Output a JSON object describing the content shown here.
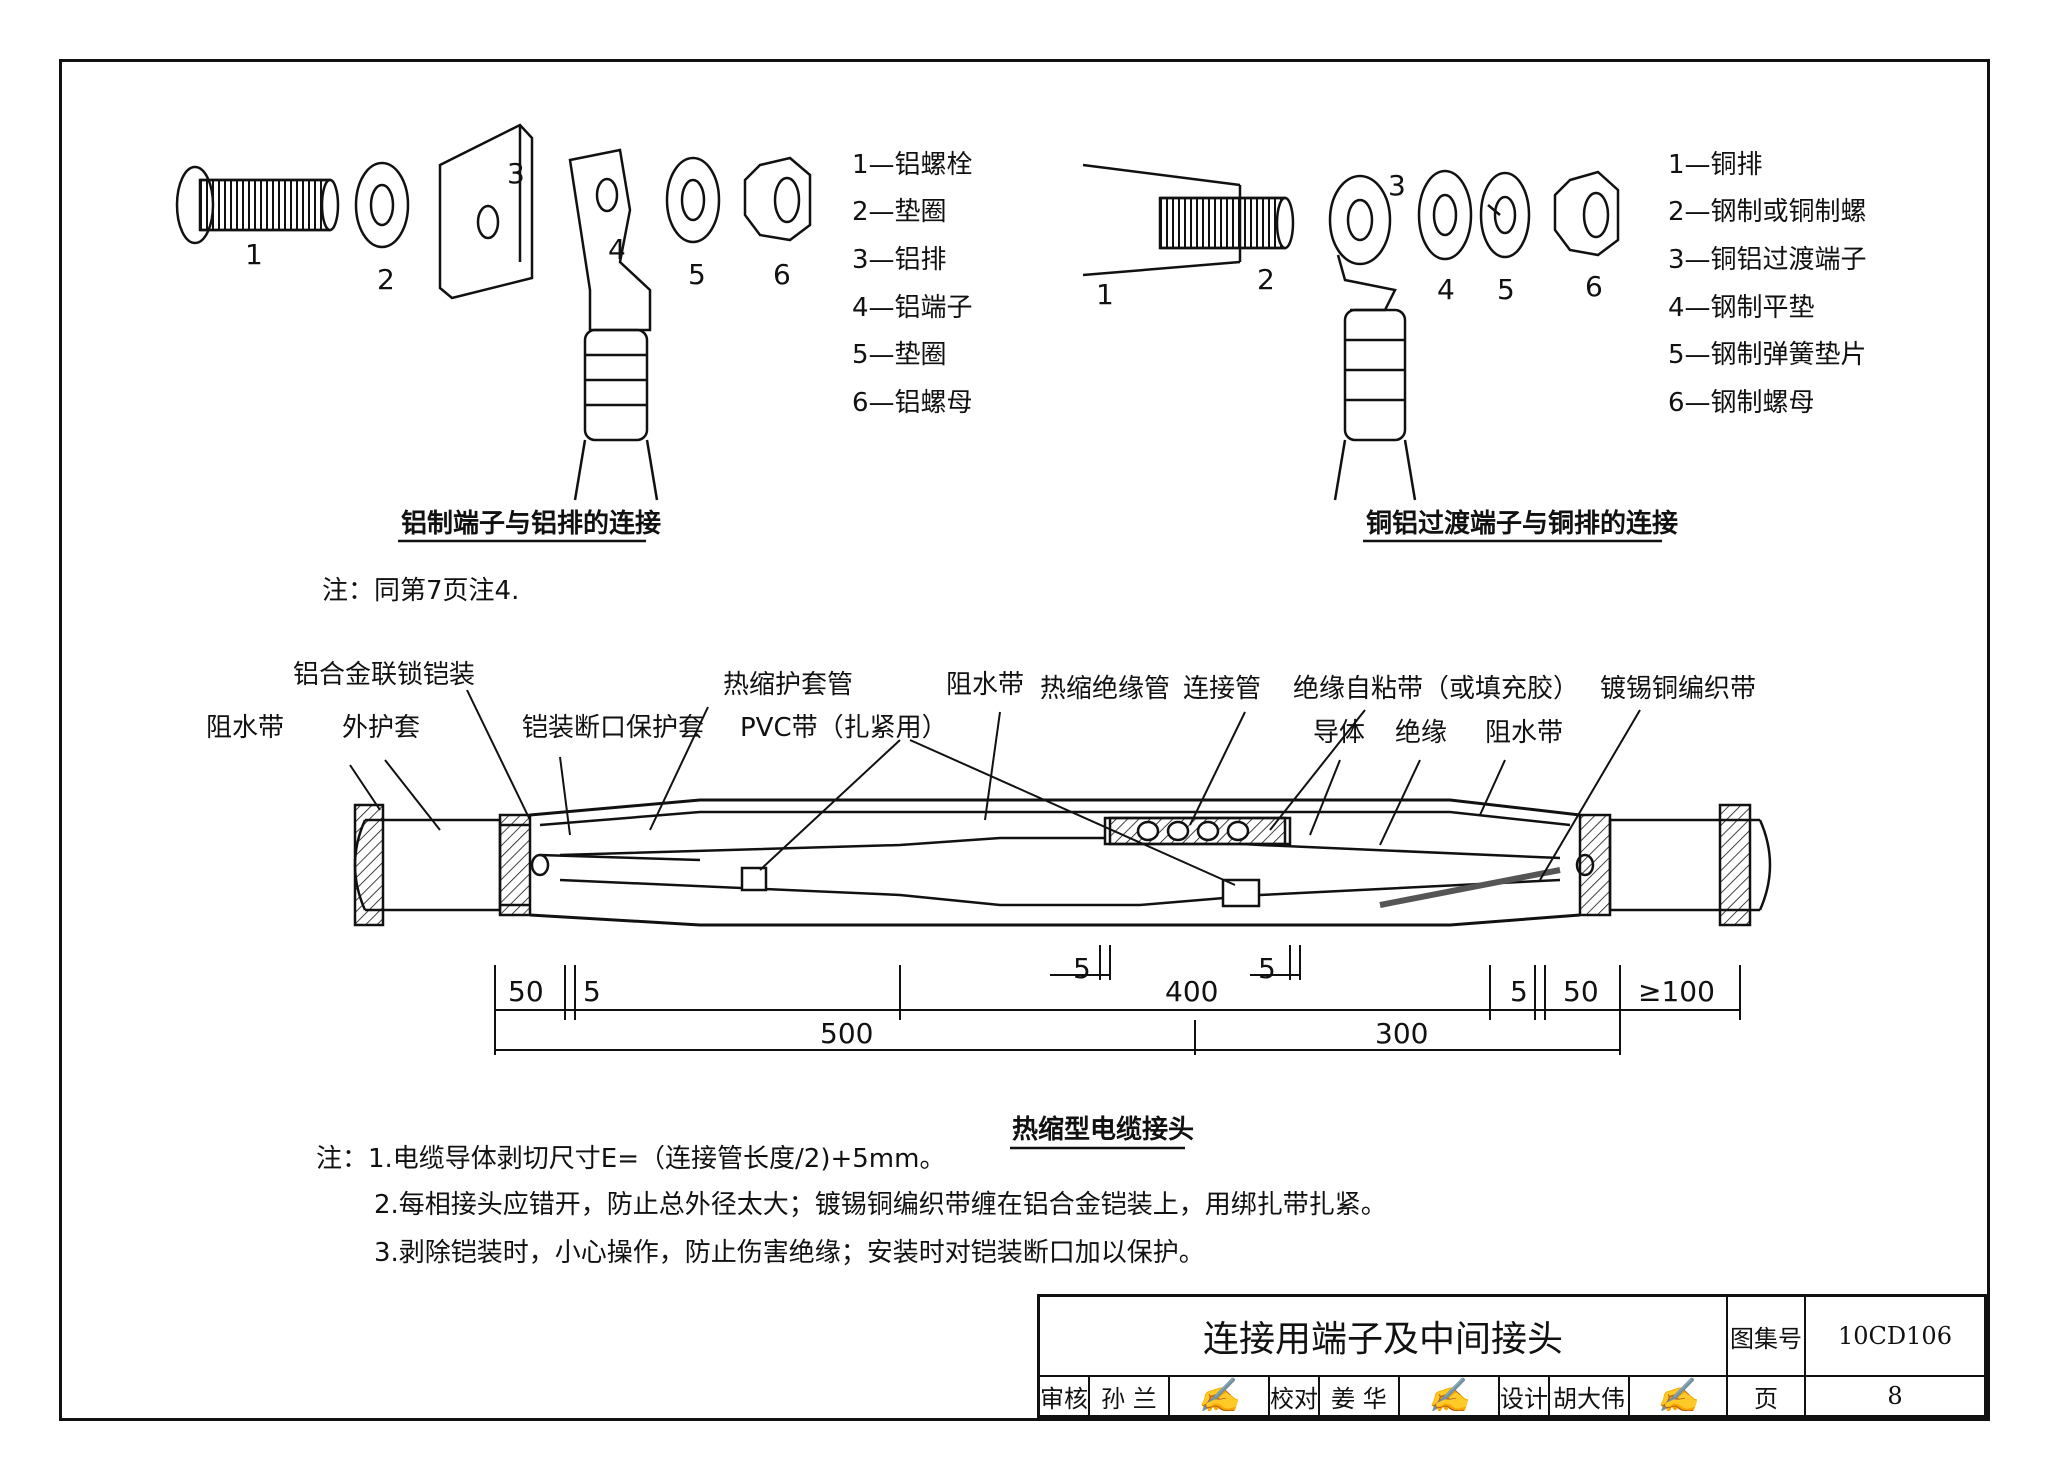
{
  "diagram1": {
    "part_numbers": [
      "1",
      "2",
      "3",
      "4",
      "5",
      "6"
    ],
    "legend": [
      "1—铝螺栓",
      "2—垫圈",
      "3—铝排",
      "4—铝端子",
      "5—垫圈",
      "6—铝螺母"
    ],
    "caption": "铝制端子与铝排的连接"
  },
  "diagram2": {
    "part_numbers": [
      "1",
      "2",
      "3",
      "4",
      "5",
      "6"
    ],
    "legend": [
      "1—铜排",
      "2—钢制或铜制螺",
      "3—铜铝过渡端子",
      "4—钢制平垫",
      "5—钢制弹簧垫片",
      "6—钢制螺母"
    ],
    "caption": "铜铝过渡端子与铜排的连接"
  },
  "note1": "注：同第7页注4.",
  "joint": {
    "labels": {
      "alloy_armor": "铝合金联锁铠装",
      "water_block_left": "阻水带",
      "outer_sheath": "外护套",
      "armor_break_guard": "铠装断口保护套",
      "heat_shrink_jacket": "热缩护套管",
      "pvc_tape": "PVC带（扎紧用）",
      "water_block_mid": "阻水带",
      "heat_shrink_insulation": "热缩绝缘管",
      "connector_tube": "连接管",
      "self_adhesive_tape": "绝缘自粘带（或填充胶）",
      "conductor": "导体",
      "insulation": "绝缘",
      "water_block_right": "阻水带",
      "tinned_braid": "镀锡铜编织带"
    },
    "dims": {
      "d50a": "50",
      "d5a": "5",
      "d5b": "5",
      "d400": "400",
      "d5c": "5",
      "d5d": "5",
      "d50b": "50",
      "d100": "≥100",
      "d500": "500",
      "d300": "300"
    },
    "caption": "热缩型电缆接头"
  },
  "notes2": [
    "注：1.电缆导体剥切尺寸E=（连接管长度/2)+5mm。",
    "2.每相接头应错开，防止总外径太大；镀锡铜编织带缠在铝合金铠装上，用绑扎带扎紧。",
    "3.剥除铠装时，小心操作，防止伤害绝缘；安装时对铠装断口加以保护。"
  ],
  "title_block": {
    "title": "连接用端子及中间接头",
    "atlas_label": "图集号",
    "atlas_no": "10CD106",
    "review_label": "审核",
    "reviewer": "孙 兰",
    "check_label": "校对",
    "checker": "姜 华",
    "design_label": "设计",
    "designer": "胡大伟",
    "page_label": "页",
    "page_no": "8"
  }
}
